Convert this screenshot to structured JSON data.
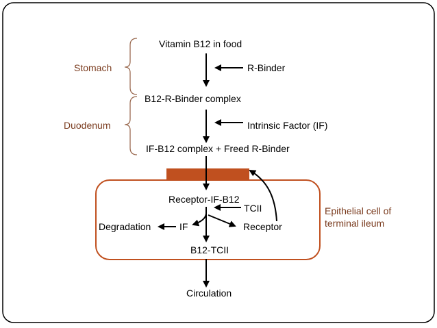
{
  "labels": {
    "vitamin_food": "Vitamin  B12 in food",
    "r_binder": "R-Binder",
    "stomach": "Stomach",
    "b12_r_complex": "B12-R-Binder complex",
    "duodenum": "Duodenum",
    "intrinsic_factor": "Intrinsic Factor (IF)",
    "if_b12_complex": "IF-B12 complex + Freed R-Binder",
    "receptor_if_b12": "Receptor-IF-B12",
    "tcii": "TCII",
    "degradation": "Degradation",
    "if": "IF",
    "receptor": "Receptor",
    "b12_tcii": "B12-TCII",
    "circulation": "Circulation",
    "epithelial_line1": "Epithelial cell of",
    "epithelial_line2": "terminal ileum"
  },
  "colors": {
    "frame": "#000000",
    "accent": "#c0501f",
    "label_brown": "#7a3b1e",
    "bracket": "#9a6a50"
  }
}
